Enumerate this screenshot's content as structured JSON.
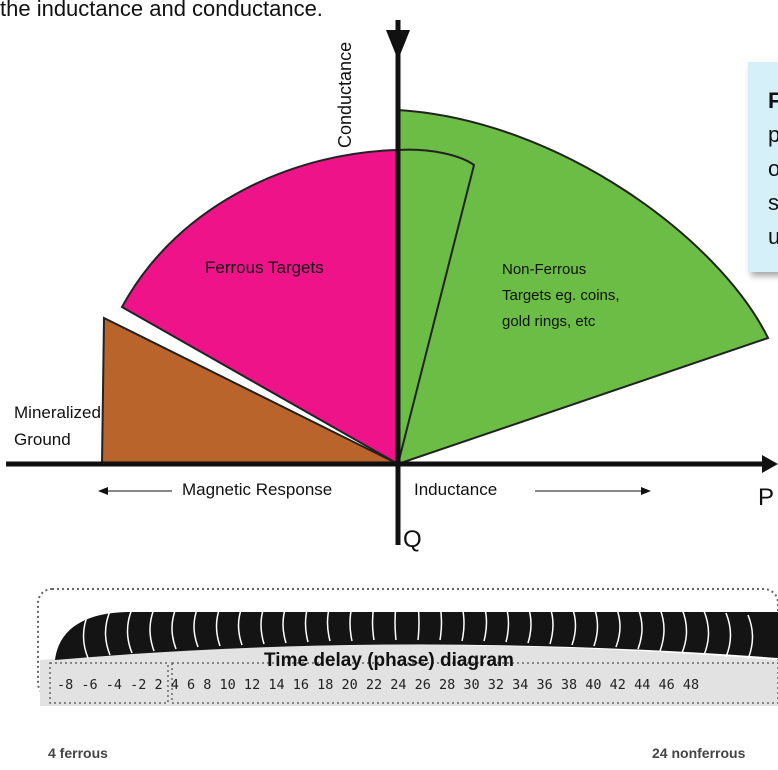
{
  "intro_text": "the inductance and conductance.",
  "callout": {
    "line1": "F",
    "line2": "p",
    "line3": "o",
    "line4": "s",
    "line5": "u"
  },
  "axes": {
    "conductance": "Conductance",
    "magnetic_response": "Magnetic Response",
    "inductance": "Inductance",
    "p_label": "P",
    "q_label": "Q"
  },
  "regions": {
    "ferrous": "Ferrous Targets",
    "nonferrous": [
      "Non-Ferrous",
      "Targets eg. coins,",
      "gold rings, etc"
    ],
    "mineralized": [
      "Mineralized",
      "Ground"
    ]
  },
  "caption": "Time delay (phase) diagram",
  "scale": {
    "numbers": "-8 -6 -4 -2 2 4 6 8 10 12 14 16 18 20 22 24 26 28 30 32 34 36 38 40 42 44 46 48",
    "ferrous_label": "4 ferrous",
    "nonferrous_label": "24 nonferrous"
  },
  "colors": {
    "ferrous": "#ee1389",
    "nonferrous": "#6bbd45",
    "mineralized": "#b8642a",
    "callout_bg": "#d6f0fa"
  }
}
